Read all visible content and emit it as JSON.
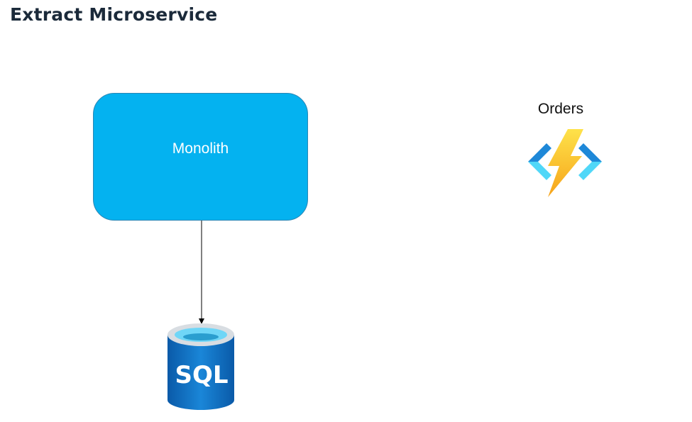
{
  "title": "Extract Microservice",
  "nodes": {
    "monolith": {
      "label": "Monolith"
    },
    "database": {
      "label": "SQL",
      "icon": "azure-sql-database-icon"
    },
    "orders": {
      "label": "Orders",
      "icon": "azure-function-icon"
    }
  },
  "edges": [
    {
      "from": "monolith",
      "to": "database"
    }
  ],
  "colors": {
    "title": "#1b2a3a",
    "monolith_fill": "#04b2f0",
    "monolith_border": "#2a86b5",
    "sql_dark": "#0a5aa8",
    "sql_mid": "#1a78c8",
    "sql_light": "#6fd6f7",
    "bolt": "#fcc017",
    "bracket_dark": "#1e88d8",
    "bracket_light": "#50d7f8"
  }
}
